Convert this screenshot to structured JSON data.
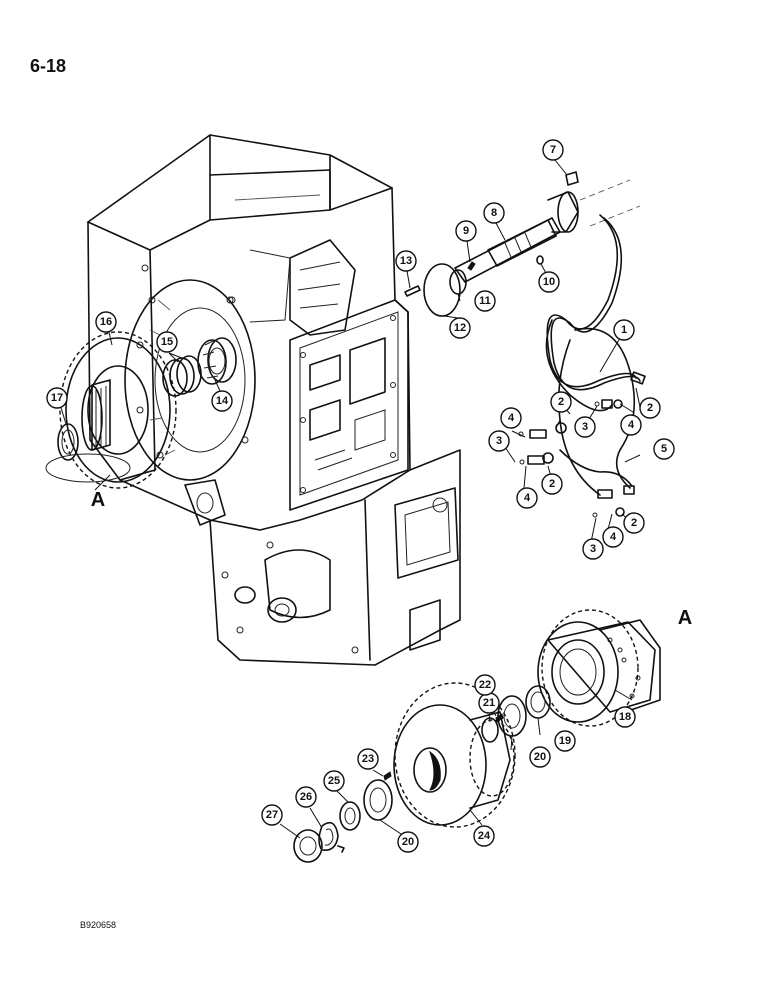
{
  "page": {
    "number": "6-18",
    "figure_code": "B920658"
  },
  "reference_letters": [
    "A",
    "A"
  ],
  "callouts": [
    "1",
    "2",
    "2",
    "2",
    "2",
    "3",
    "3",
    "3",
    "4",
    "4",
    "4",
    "4",
    "5",
    "7",
    "8",
    "9",
    "10",
    "11",
    "12",
    "13",
    "14",
    "15",
    "16",
    "17",
    "18",
    "19",
    "20",
    "20",
    "21",
    "22",
    "23",
    "24",
    "25",
    "26",
    "27"
  ]
}
